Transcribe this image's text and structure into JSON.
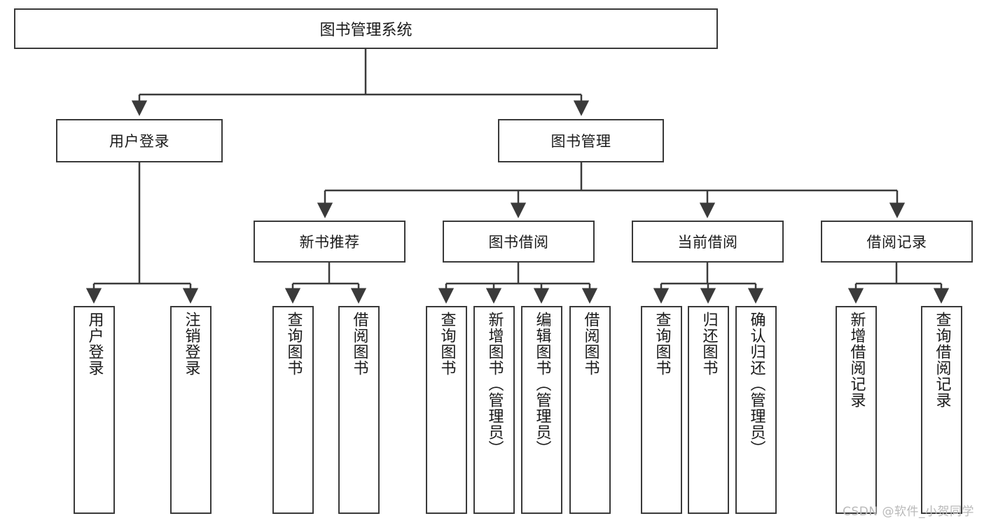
{
  "diagram": {
    "title": "图书管理系统",
    "type": "tree",
    "root": {
      "label": "图书管理系统"
    },
    "level1": [
      {
        "label": "用户登录"
      },
      {
        "label": "图书管理"
      }
    ],
    "level2": [
      {
        "label": "新书推荐"
      },
      {
        "label": "图书借阅"
      },
      {
        "label": "当前借阅"
      },
      {
        "label": "借阅记录"
      }
    ],
    "leaves": {
      "user_login": [
        {
          "label": "用户登录"
        },
        {
          "label": "注销登录"
        }
      ],
      "new_book_recommend": [
        {
          "label": "查询图书"
        },
        {
          "label": "借阅图书"
        }
      ],
      "book_borrow": [
        {
          "label": "查询图书"
        },
        {
          "label": "新增图书（管理员）"
        },
        {
          "label": "编辑图书（管理员）"
        },
        {
          "label": "借阅图书"
        }
      ],
      "current_borrow": [
        {
          "label": "查询图书"
        },
        {
          "label": "归还图书"
        },
        {
          "label": "确认归还（管理员）"
        }
      ],
      "borrow_records": [
        {
          "label": "新增借阅记录"
        },
        {
          "label": "查询借阅记录"
        }
      ]
    }
  },
  "watermark": {
    "text": "CSDN @软件_小贺同学"
  },
  "colors": {
    "stroke": "#3a3a3a",
    "background": "#ffffff",
    "text": "#1a1a1a",
    "watermark": "#b9b9b9"
  }
}
